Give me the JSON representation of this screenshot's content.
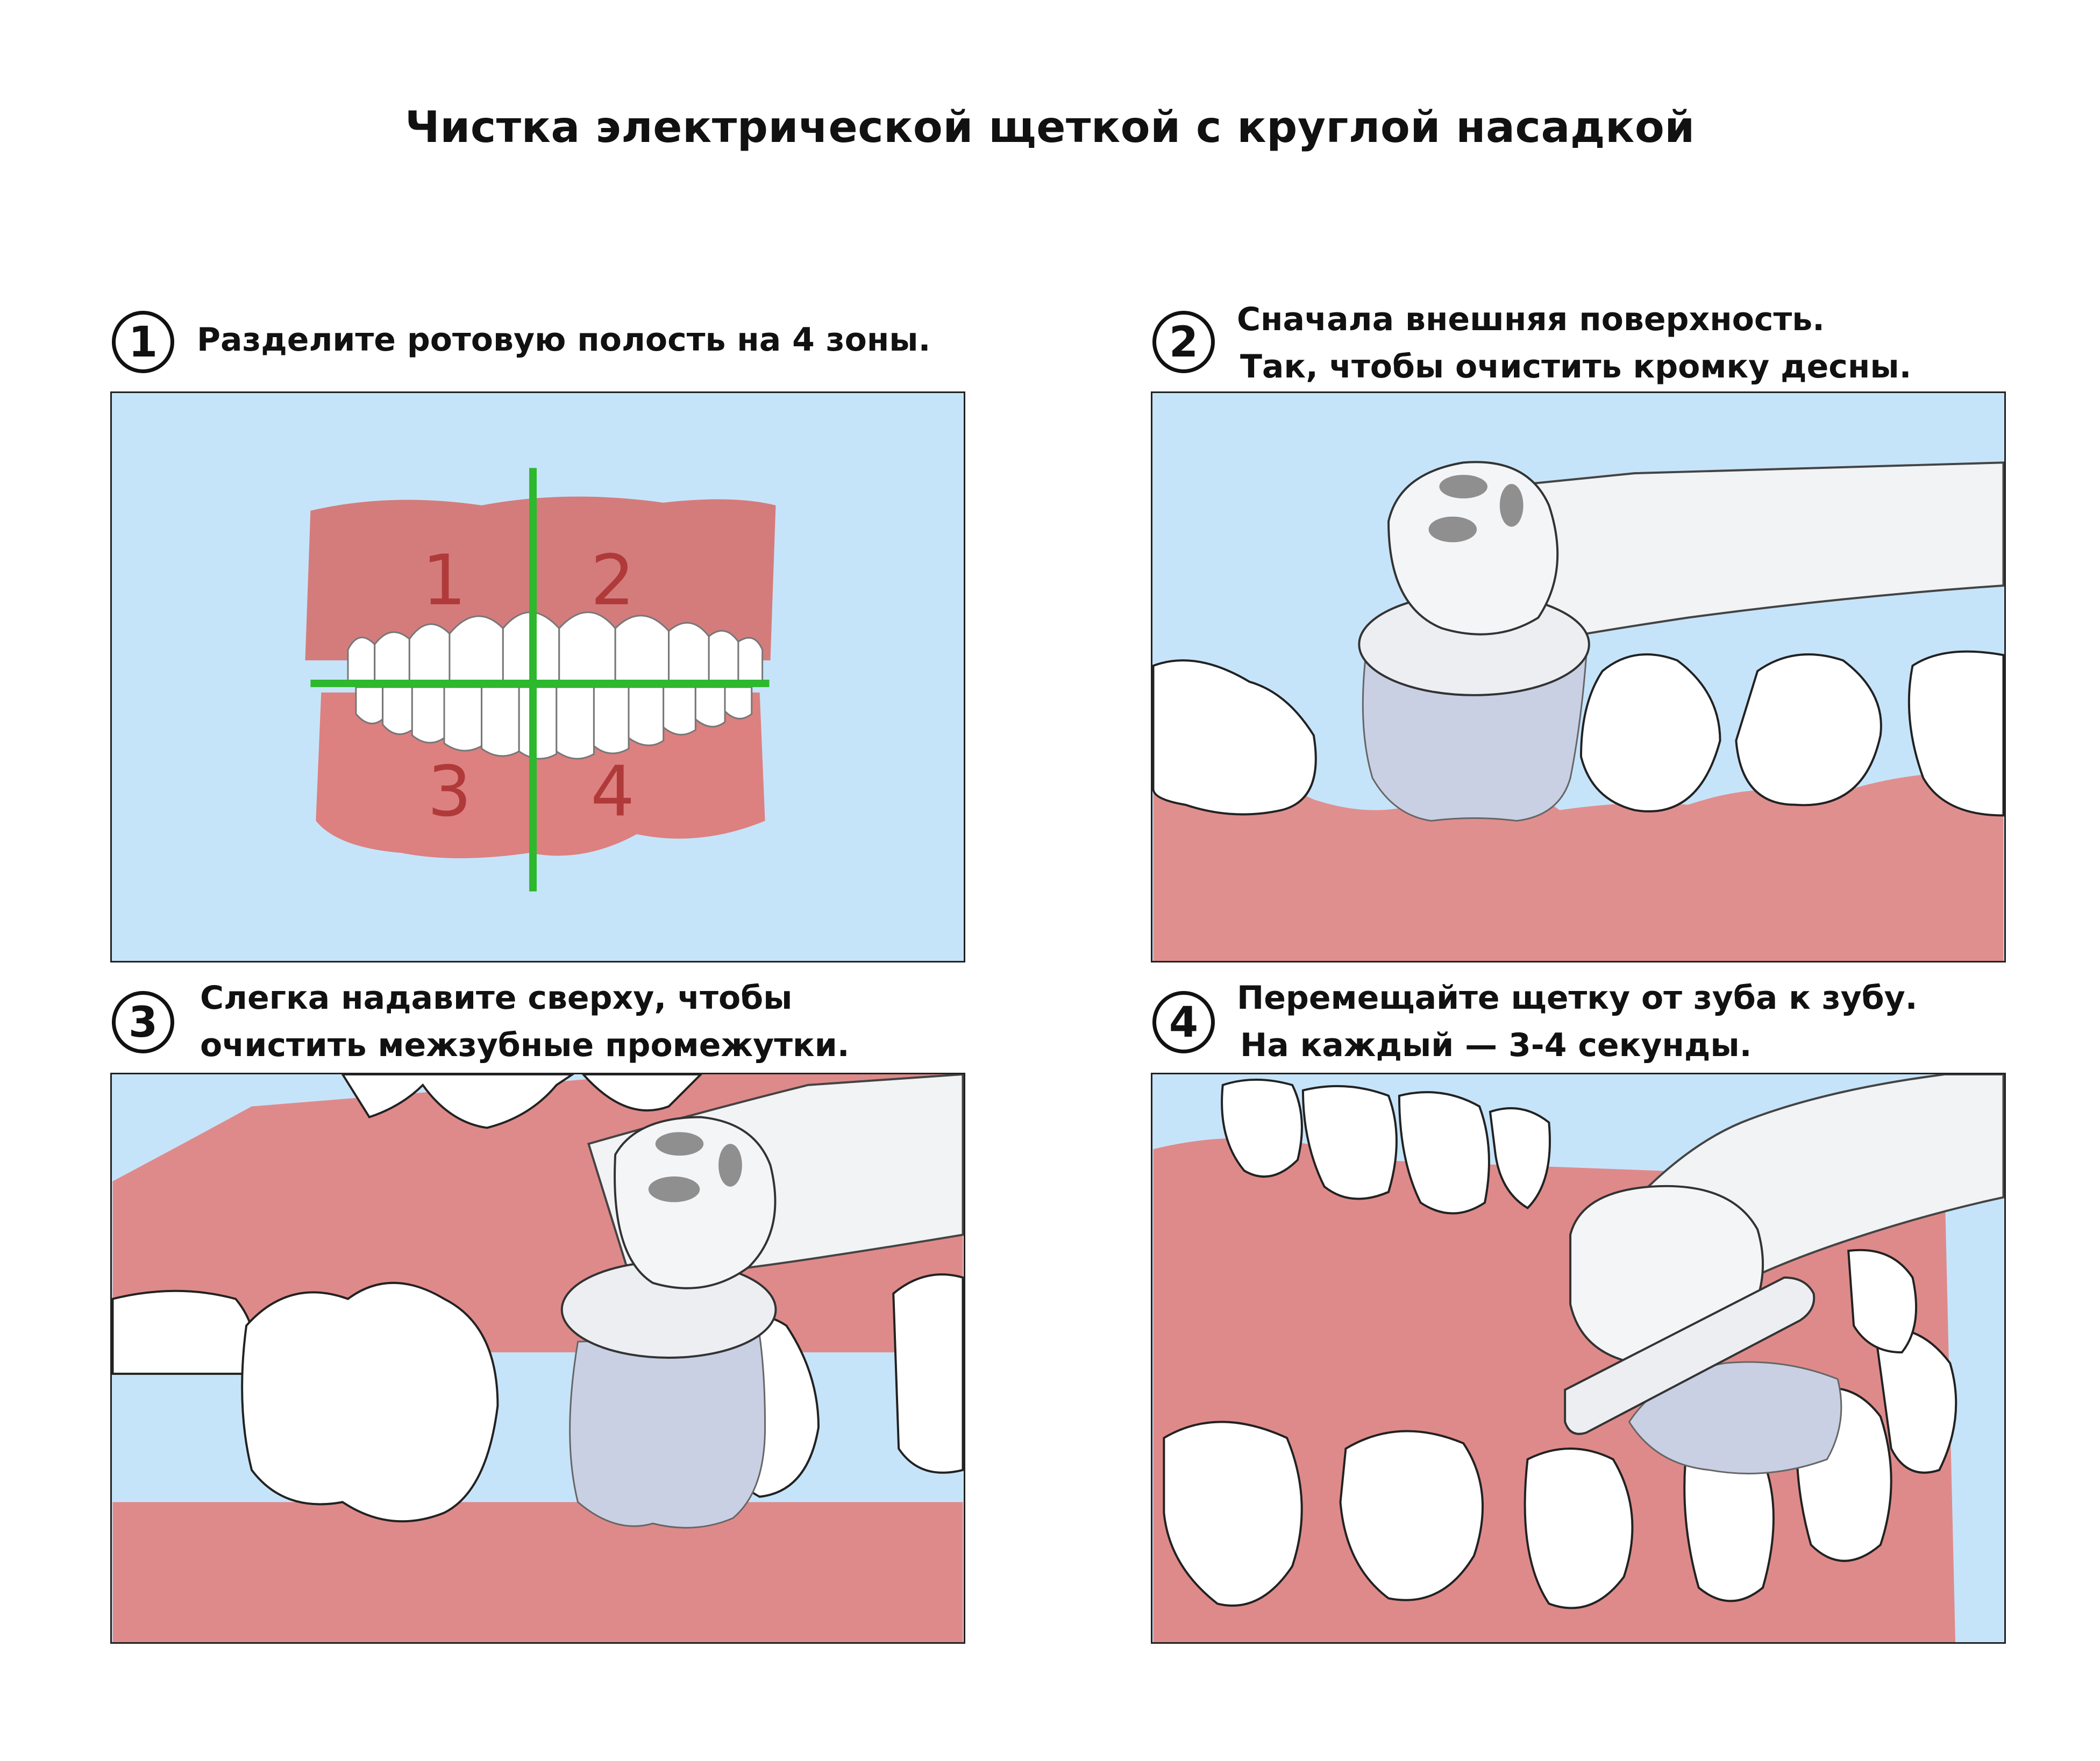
{
  "title": "Чистка электрической щеткой с круглой насадкой",
  "steps": [
    {
      "number": "1",
      "lines": [
        "Разделите ротовую полость на 4 зоны."
      ]
    },
    {
      "number": "2",
      "lines": [
        "Сначала внешняя поверхность.",
        "Так, чтобы очистить кромку десны."
      ]
    },
    {
      "number": "3",
      "lines": [
        "Слегка надавите сверху, чтобы",
        "очистить межзубные промежутки."
      ]
    },
    {
      "number": "4",
      "lines": [
        "Перемещайте щетку от зуба к зубу.",
        "На каждый — 3-4 секунды."
      ]
    }
  ],
  "zones": [
    "1",
    "2",
    "3",
    "4"
  ],
  "colors": {
    "background_sky": "#c6e4f9",
    "gum": "#e08a8a",
    "gum_dark": "#d47878",
    "tooth": "#ffffff",
    "divider": "#2db82d",
    "zone_number": "#b03a3a",
    "brush_bristles": "#c9d0e4"
  }
}
